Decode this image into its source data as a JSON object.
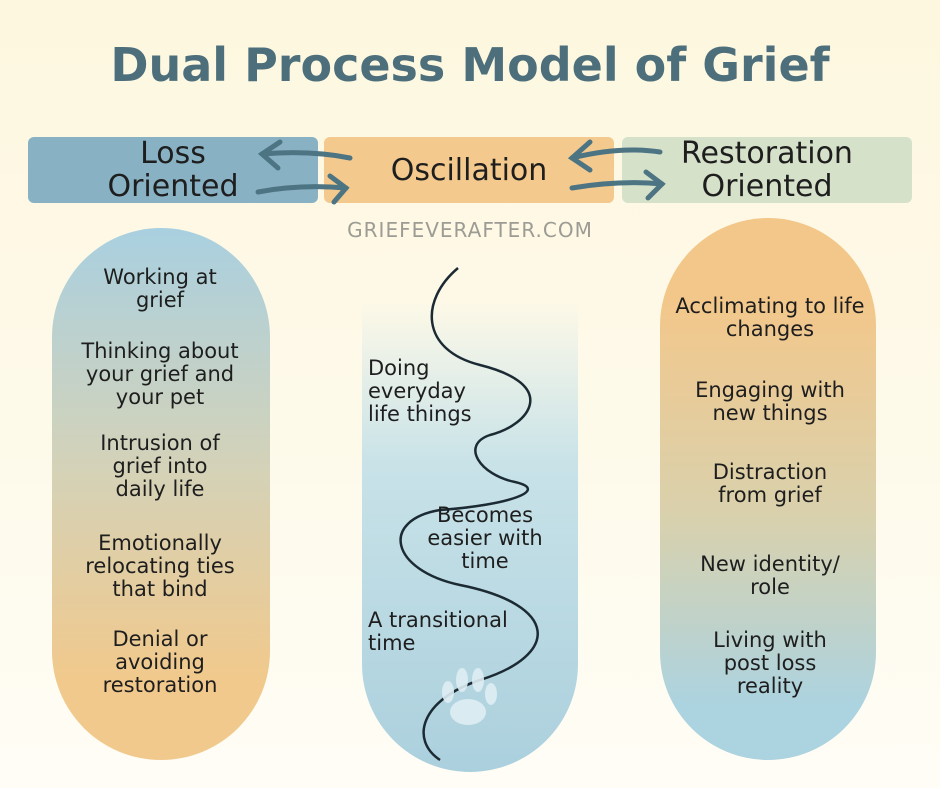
{
  "title": "Dual Process Model of Grief",
  "headers": {
    "loss": "Loss\nOriented",
    "oscillation": "Oscillation",
    "restoration": "Restoration\nOriented"
  },
  "website": "GRIEFEVERAFTER.COM",
  "loss_items": [
    "Working at grief",
    "Thinking about your grief and your pet",
    "Intrusion of grief into daily life",
    "Emotionally relocating ties that bind",
    "Denial or avoiding restoration"
  ],
  "oscillation_items": [
    "Doing everyday life things",
    "Becomes easier with time",
    "A transitional time"
  ],
  "restoration_items": [
    "Acclimating to life changes",
    "Engaging with new things",
    "Distraction from grief",
    "New identity/ role",
    "Living with post loss reality"
  ],
  "colors": {
    "title": "#4d6f7b",
    "loss": "#88b1c4",
    "oscillation": "#f3c98d",
    "restoration": "#d6e1ca",
    "arrow": "#4d7482"
  }
}
